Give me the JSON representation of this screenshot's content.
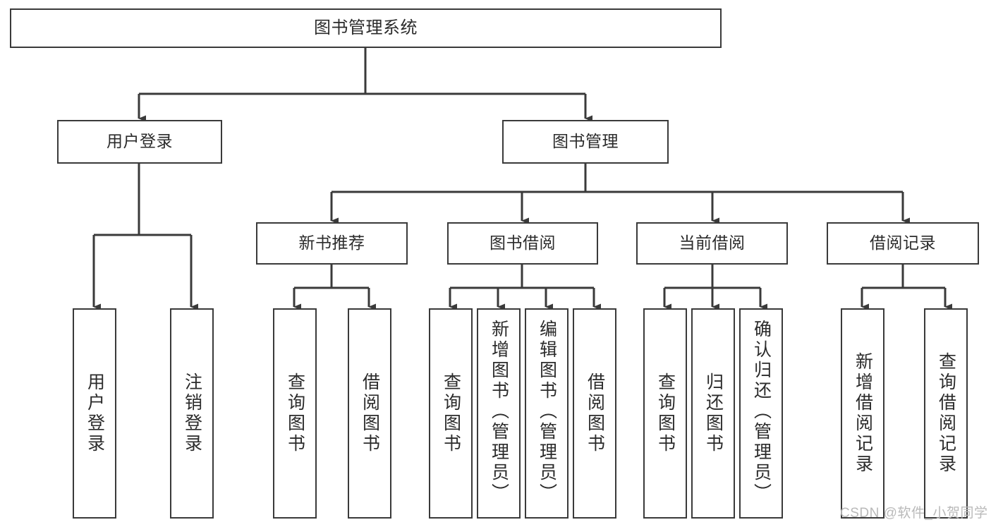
{
  "diagram": {
    "title": "图书管理系统",
    "type": "tree",
    "root": {
      "label": "图书管理系统"
    },
    "level2": [
      {
        "label": "用户登录"
      },
      {
        "label": "图书管理"
      }
    ],
    "level3": [
      {
        "label": "新书推荐"
      },
      {
        "label": "图书借阅"
      },
      {
        "label": "当前借阅"
      },
      {
        "label": "借阅记录"
      }
    ],
    "leaves": {
      "user_login": [
        {
          "label": "用户登录"
        },
        {
          "label": "注销登录"
        }
      ],
      "new_book_recommend": [
        {
          "label": "查询图书"
        },
        {
          "label": "借阅图书"
        }
      ],
      "book_borrow": [
        {
          "label": "查询图书"
        },
        {
          "label": "新增图书（管理员）"
        },
        {
          "label": "编辑图书（管理员）"
        },
        {
          "label": "借阅图书"
        }
      ],
      "current_borrow": [
        {
          "label": "查询图书"
        },
        {
          "label": "归还图书"
        },
        {
          "label": "确认归还（管理员）"
        }
      ],
      "borrow_record": [
        {
          "label": "新增借阅记录"
        },
        {
          "label": "查询借阅记录"
        }
      ]
    }
  },
  "watermark": {
    "text": "CSDN @软件_小贺同学"
  },
  "colors": {
    "border": "#3a3a3a",
    "text": "#2b2b2b",
    "background": "#ffffff",
    "connector": "#3a3a3a",
    "watermark": "#b9b9b9"
  }
}
